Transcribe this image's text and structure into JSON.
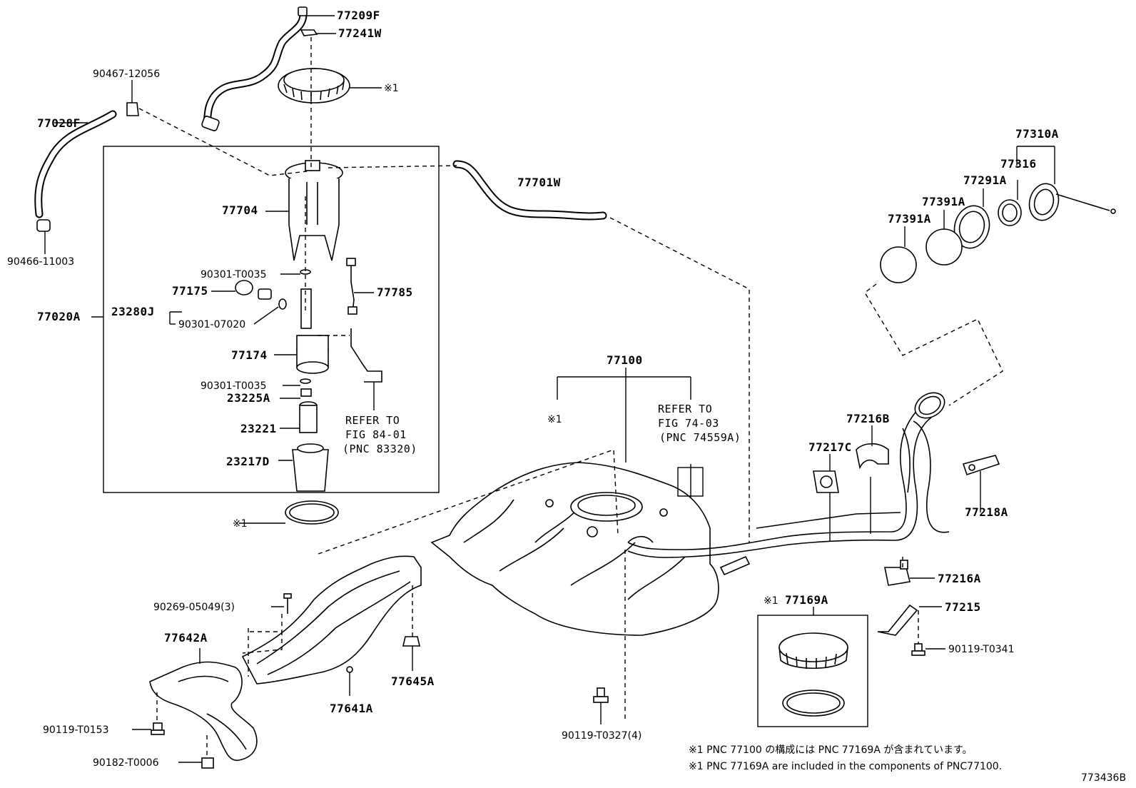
{
  "labels": {
    "p77209F": "77209F",
    "p77241W": "77241W",
    "p90467": "90467-12056",
    "note1_top": "※1",
    "p77028F": "77028F",
    "p90466": "90466-11003",
    "p77704": "77704",
    "p77701W": "77701W",
    "p90301_T0035_a": "90301-T0035",
    "p77785": "77785",
    "p77175": "77175",
    "p23280J": "23280J",
    "p90301_07020": "90301-07020",
    "p77020A": "77020A",
    "p77174": "77174",
    "p90301_T0035_b": "90301-T0035",
    "p23225A": "23225A",
    "p23221": "23221",
    "p23217D": "23217D",
    "refer1_l1": "REFER TO",
    "refer1_l2": "FIG 84-01",
    "refer1_l3": "(PNC 83320)",
    "note1_left": "※1",
    "p77100": "77100",
    "note1_tank": "※1",
    "refer2_l1": "REFER TO",
    "refer2_l2": "FIG 74-03",
    "refer2_l3": "(PNC 74559A)",
    "p77310A": "77310A",
    "p77316": "77316",
    "p77291A": "77291A",
    "p77391A_a": "77391A",
    "p77391A_b": "77391A",
    "p77216B": "77216B",
    "p77217C": "77217C",
    "p77218A": "77218A",
    "p77216A": "77216A",
    "p77215": "77215",
    "p90119_T0341": "90119-T0341",
    "p77169A_prefix": "※1",
    "p77169A": "77169A",
    "p90269": "90269-05049(3)",
    "p77642A": "77642A",
    "p77645A": "77645A",
    "p77641A": "77641A",
    "p90119_T0153": "90119-T0153",
    "p90182_T0006": "90182-T0006",
    "p90119_T0327": "90119-T0327(4)"
  },
  "footnotes": {
    "jp": "※1 PNC 77100 の構成には PNC 77169A が含まれています。",
    "en": "※1 PNC 77169A are included in the components of PNC77100."
  },
  "figure_code": "773436B"
}
